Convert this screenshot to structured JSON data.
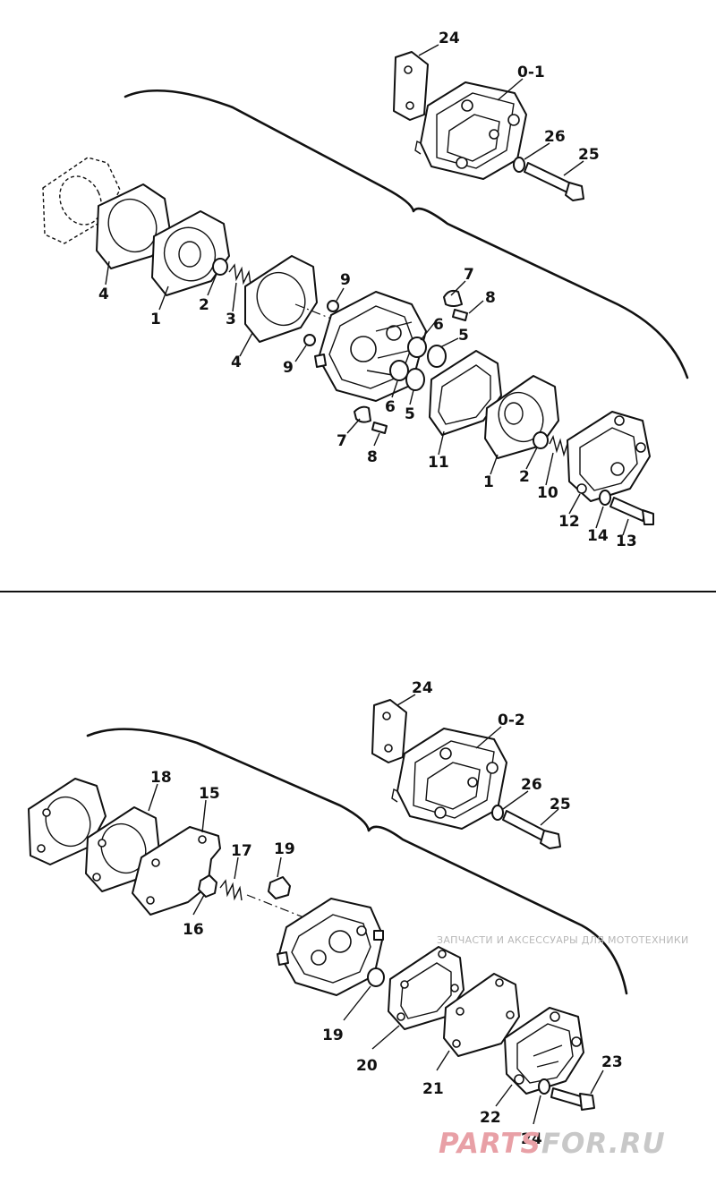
{
  "diagram": {
    "assembly_top_label": "0-1",
    "assembly_bottom_label": "0-2",
    "top_callouts": [
      "24",
      "26",
      "25",
      "4",
      "1",
      "2",
      "3",
      "4",
      "9",
      "7",
      "8",
      "6",
      "5",
      "9",
      "6",
      "5",
      "7",
      "8",
      "11",
      "1",
      "2",
      "10",
      "12",
      "14",
      "13"
    ],
    "bottom_callouts": [
      "24",
      "26",
      "25",
      "18",
      "15",
      "17",
      "19",
      "16",
      "19",
      "20",
      "21",
      "23",
      "22",
      "24"
    ]
  },
  "watermark": {
    "tagline": "ЗАПЧАСТИ И АКСЕССУАРЫ ДЛЯ МОТОТЕХНИКИ",
    "brand_left": "PARTS",
    "brand_right": "FOR.RU",
    "brand_left_color": "#e8a0a6",
    "brand_right_color": "#c8c8c8"
  }
}
